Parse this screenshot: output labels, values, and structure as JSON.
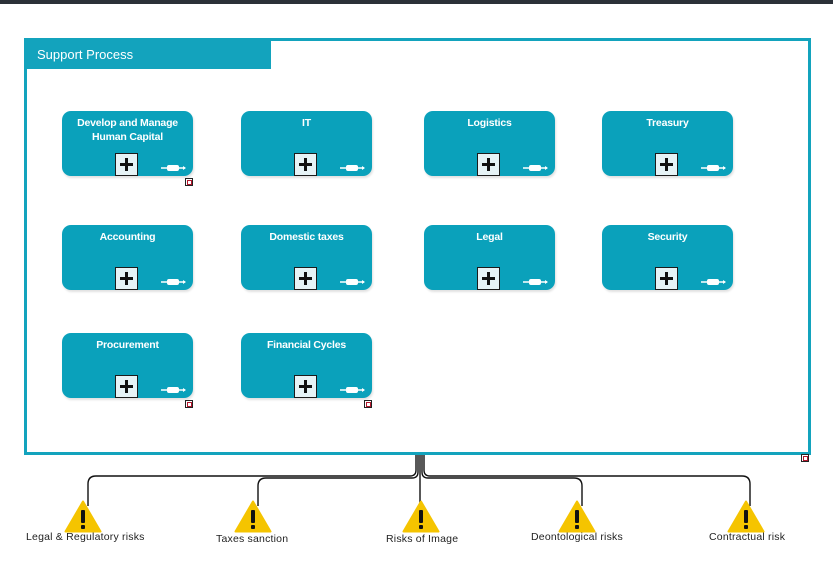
{
  "container": {
    "title": "Support Process"
  },
  "processes": [
    {
      "label": "Develop and Manage Human Capital"
    },
    {
      "label": "IT"
    },
    {
      "label": "Logistics"
    },
    {
      "label": "Treasury"
    },
    {
      "label": "Accounting"
    },
    {
      "label": "Domestic taxes"
    },
    {
      "label": "Legal"
    },
    {
      "label": "Security"
    },
    {
      "label": "Procurement"
    },
    {
      "label": "Financial Cycles"
    }
  ],
  "risks": [
    {
      "label": "Legal & Regulatory risks"
    },
    {
      "label": "Taxes sanction"
    },
    {
      "label": "Risks of Image"
    },
    {
      "label": "Deontological risks"
    },
    {
      "label": "Contractual risk"
    }
  ],
  "colors": {
    "accent": "#13a3bd",
    "process_fill": "#0aa1bb",
    "warning": "#f5c400"
  },
  "icons": {
    "expand": "plus-icon",
    "connector": "connector-arrow-icon",
    "link": "link-icon",
    "warning": "warning-icon"
  }
}
